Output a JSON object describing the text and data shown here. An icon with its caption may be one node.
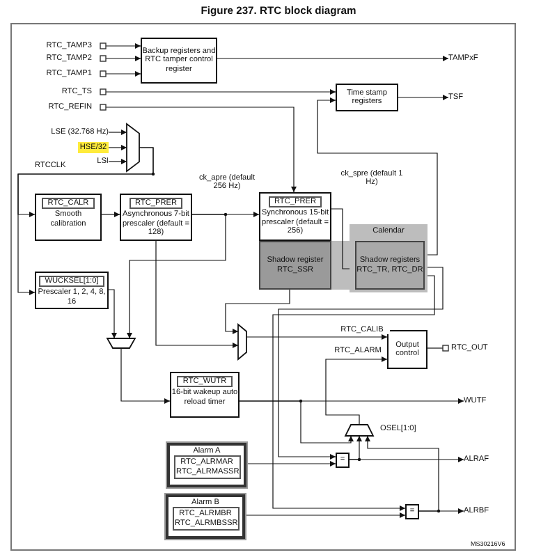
{
  "diagram": {
    "title": "Figure 237. RTC block diagram",
    "nodes": [
      {
        "text": [
          "RTC_TAMP3"
        ]
      },
      {
        "text": [
          "RTC_TAMP2"
        ]
      },
      {
        "text": [
          "RTC_TAMP1"
        ]
      },
      {
        "text": [
          "Backup registers and RTC tamper control register"
        ]
      },
      {
        "text": [
          "TAMPxF"
        ]
      },
      {
        "text": [
          "RTC_TS"
        ]
      },
      {
        "text": [
          "RTC_REFIN"
        ]
      },
      {
        "text": [
          "Time stamp registers"
        ]
      },
      {
        "text": [
          "TSF"
        ]
      },
      {
        "text": [
          "LSE (32.768 Hz)"
        ]
      },
      {
        "text": [
          "HSE/32"
        ]
      },
      {
        "text": [
          "LSI"
        ]
      },
      {
        "text": [],
        "shape": "trapezoid"
      },
      {
        "text": [
          "RTC_CALR",
          "Smooth calibration"
        ]
      },
      {
        "text": [
          "RTC_PRER",
          "Asynchronous 7-bit prescaler (default = 128)"
        ]
      },
      {
        "text": [
          "RTC_PRER",
          "Synchronous 15-bit prescaler (default = 256)"
        ]
      },
      {
        "text": [
          "Calendar"
        ]
      },
      {
        "text": [
          "Shadow registers RTC_TR, RTC_DR"
        ],
        "in": 16
      },
      {
        "text": [
          "Shadow register RTC_SSR"
        ]
      },
      {
        "text": [
          "WUCKSEL[1:0]",
          "Prescaler 1, 2, 4, 8, 16"
        ]
      },
      {
        "text": [],
        "shape": "trapezoid"
      },
      {
        "text": [],
        "shape": "trapezoid"
      },
      {
        "text": [
          "RTC_WUTR",
          "16-bit wakeup auto reload timer"
        ]
      },
      {
        "text": [
          "Output control"
        ]
      },
      {
        "text": [
          "RTC_OUT"
        ]
      },
      {
        "text": [],
        "shape": "trapezoid",
        "beside": [
          "OSEL[1:0]"
        ]
      },
      {
        "text": [
          "WUTF"
        ]
      },
      {
        "text": [
          "Alarm A",
          "RTC_ALRMAR RTC_ALRMASSR"
        ]
      },
      {
        "text": [
          "="
        ]
      },
      {
        "text": [
          "ALRAF"
        ]
      },
      {
        "text": [
          "Alarm B",
          "RTC_ALRMBR RTC_ALRMBSSR"
        ]
      },
      {
        "text": [
          "="
        ]
      },
      {
        "text": [
          "ALRBF"
        ]
      }
    ],
    "edges": [
      {
        "from": 0,
        "to": 3,
        "arrow": "to"
      },
      {
        "from": 1,
        "to": 3,
        "arrow": "to"
      },
      {
        "from": 2,
        "to": 3,
        "arrow": "to"
      },
      {
        "from": 3,
        "to": 4,
        "arrow": "to"
      },
      {
        "from": 5,
        "to": 7,
        "arrow": "to"
      },
      {
        "from": 7,
        "to": 8,
        "arrow": "to"
      },
      {
        "from": 6,
        "to": 15,
        "arrow": "to"
      },
      {
        "from": 9,
        "to": 12,
        "arrow": "to"
      },
      {
        "from": 10,
        "to": 12,
        "arrow": "to"
      },
      {
        "from": 11,
        "to": 12,
        "arrow": "to"
      },
      {
        "from": 12,
        "to": 13,
        "arrow": "to"
      },
      {
        "from": 12,
        "to": 19,
        "arrow": "to"
      },
      {
        "from": 13,
        "to": 14,
        "arrow": "to"
      },
      {
        "from": 14,
        "to": 15,
        "arrow": "to",
        "label": "ck_apre (default 256 Hz)"
      },
      {
        "from": 14,
        "to": 20,
        "arrow": "to"
      },
      {
        "from": 19,
        "to": 20,
        "arrow": "to"
      },
      {
        "from": 20,
        "to": 22,
        "arrow": "to"
      },
      {
        "from": 14,
        "to": 21,
        "arrow": "to"
      },
      {
        "from": 18,
        "to": 21,
        "arrow": "to"
      },
      {
        "from": 21,
        "to": 23,
        "arrow": "to",
        "label": "RTC_CALIB"
      },
      {
        "from": 15,
        "to": 17,
        "arrow": "to",
        "label": "ck_spre (default 1 Hz)"
      },
      {
        "from": 17,
        "to": 7,
        "arrow": "to"
      },
      {
        "from": 23,
        "to": 24,
        "arrow": "other"
      },
      {
        "from": 25,
        "to": 23,
        "arrow": "to",
        "label": "RTC_ALARM"
      },
      {
        "from": 22,
        "to": 26,
        "arrow": "to"
      },
      {
        "from": 22,
        "to": 25,
        "arrow": "to"
      },
      {
        "from": 27,
        "to": 28,
        "arrow": "to"
      },
      {
        "from": 28,
        "to": 29,
        "arrow": "to"
      },
      {
        "from": 28,
        "to": 25,
        "arrow": "to"
      },
      {
        "from": 30,
        "to": 31,
        "arrow": "to"
      },
      {
        "from": 31,
        "to": 32,
        "arrow": "to"
      },
      {
        "from": 31,
        "to": 25,
        "arrow": "to"
      },
      {
        "from": 17,
        "to": 28,
        "arrow": "to"
      },
      {
        "from": 17,
        "to": 31,
        "arrow": "to"
      }
    ],
    "labels": [
      "RTCCLK",
      "MS30216V6"
    ]
  }
}
